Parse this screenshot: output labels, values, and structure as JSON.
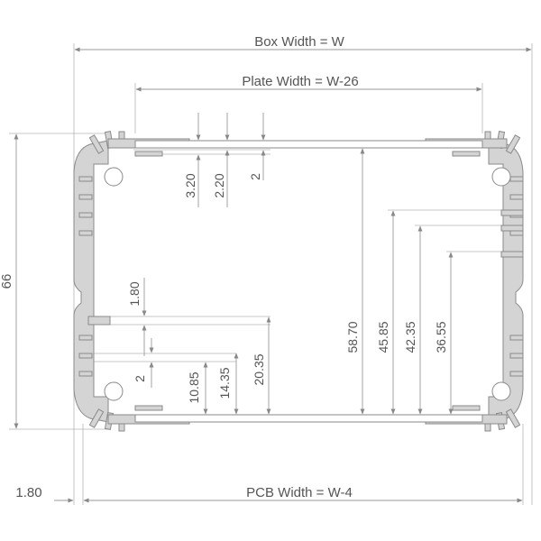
{
  "labels": {
    "box_width": "Box Width = W",
    "plate_width": "Plate Width = W-26",
    "pcb_width": "PCB Width = W-4",
    "height": "66",
    "wall": "1.80",
    "top_3_20": "3.20",
    "top_2_20": "2.20",
    "top_2": "2",
    "left_1_80": "1.80",
    "left_2": "2",
    "d_10_85": "10.85",
    "d_14_35": "14.35",
    "d_20_35": "20.35",
    "d_58_70": "58.70",
    "d_45_85": "45.85",
    "d_42_35": "42.35",
    "d_36_55": "36.55"
  }
}
